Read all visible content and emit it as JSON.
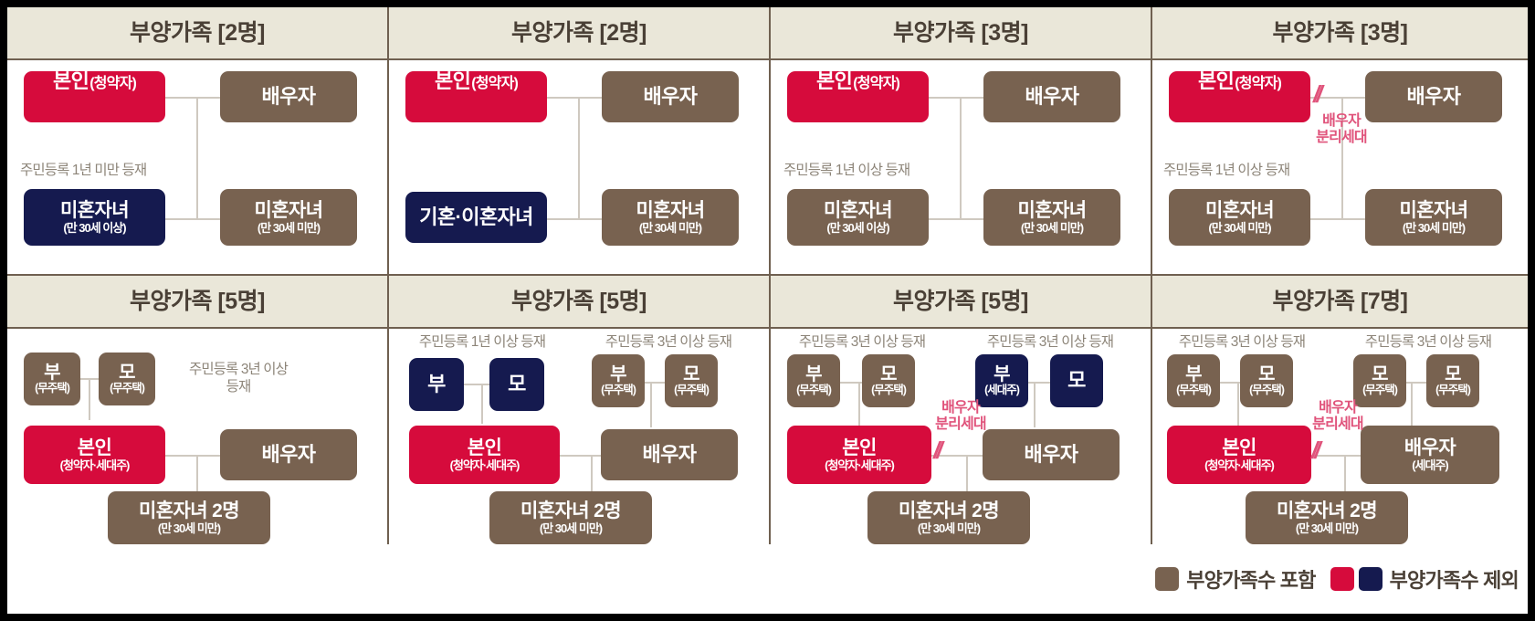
{
  "colors": {
    "brown": "#786250",
    "crimson": "#d60b3c",
    "navy": "#151a4f",
    "header_bg": "#eae7d9",
    "note_text": "#8d8579",
    "separate_text": "#e0537b"
  },
  "cells": [
    {
      "id": "cell-1",
      "title": "부양가족 [2명]",
      "note": "주민등록 1년 미만 등재",
      "boxes": {
        "self": {
          "main": "본인",
          "sub": "(청약자)"
        },
        "spouse": {
          "main": "배우자",
          "sub": ""
        },
        "child_left": {
          "main": "미혼자녀",
          "sub": "(만 30세 이상)"
        },
        "child_right": {
          "main": "미혼자녀",
          "sub": "(만 30세 미만)"
        }
      }
    },
    {
      "id": "cell-2",
      "title": "부양가족 [2명]",
      "note": "",
      "boxes": {
        "self": {
          "main": "본인",
          "sub": "(청약자)"
        },
        "spouse": {
          "main": "배우자",
          "sub": ""
        },
        "child_left": {
          "main": "기혼·이혼자녀",
          "sub": ""
        },
        "child_right": {
          "main": "미혼자녀",
          "sub": "(만 30세 미만)"
        }
      }
    },
    {
      "id": "cell-3",
      "title": "부양가족 [3명]",
      "note": "주민등록 1년 이상 등재",
      "boxes": {
        "self": {
          "main": "본인",
          "sub": "(청약자)"
        },
        "spouse": {
          "main": "배우자",
          "sub": ""
        },
        "child_left": {
          "main": "미혼자녀",
          "sub": "(만 30세 이상)"
        },
        "child_right": {
          "main": "미혼자녀",
          "sub": "(만 30세 미만)"
        }
      }
    },
    {
      "id": "cell-4",
      "title": "부양가족 [3명]",
      "note": "주민등록 1년 이상 등재",
      "separate_label": "배우자\n분리세대",
      "boxes": {
        "self": {
          "main": "본인",
          "sub": "(청약자)"
        },
        "spouse": {
          "main": "배우자",
          "sub": ""
        },
        "child_left": {
          "main": "미혼자녀",
          "sub": "(만 30세 미만)"
        },
        "child_right": {
          "main": "미혼자녀",
          "sub": "(만 30세 미만)"
        }
      }
    },
    {
      "id": "cell-5",
      "title": "부양가족 [5명]",
      "note": "주민등록 3년 이상\n등재",
      "boxes": {
        "father": {
          "main": "부",
          "sub": "(무주택)"
        },
        "mother": {
          "main": "모",
          "sub": "(무주택)"
        },
        "self": {
          "main": "본인",
          "sub": "(청약자·세대주)"
        },
        "spouse": {
          "main": "배우자",
          "sub": ""
        },
        "children": {
          "main": "미혼자녀 2명",
          "sub": "(만 30세 미만)"
        }
      }
    },
    {
      "id": "cell-6",
      "title": "부양가족 [5명]",
      "note_left": "주민등록 1년 이상 등재",
      "note_right": "주민등록 3년 이상 등재",
      "boxes": {
        "father_left": {
          "main": "부",
          "sub": ""
        },
        "mother_left": {
          "main": "모",
          "sub": ""
        },
        "father_right": {
          "main": "부",
          "sub": "(무주택)"
        },
        "mother_right": {
          "main": "모",
          "sub": "(무주택)"
        },
        "self": {
          "main": "본인",
          "sub": "(청약자·세대주)"
        },
        "spouse": {
          "main": "배우자",
          "sub": ""
        },
        "children": {
          "main": "미혼자녀 2명",
          "sub": "(만 30세 미만)"
        }
      }
    },
    {
      "id": "cell-7",
      "title": "부양가족 [5명]",
      "note_left": "주민등록 3년 이상 등재",
      "note_right": "주민등록 3년 이상 등재",
      "separate_label": "배우자\n분리세대",
      "boxes": {
        "father_left": {
          "main": "부",
          "sub": "(무주택)"
        },
        "mother_left": {
          "main": "모",
          "sub": "(무주택)"
        },
        "father_right": {
          "main": "부",
          "sub": "(세대주)"
        },
        "mother_right": {
          "main": "모",
          "sub": ""
        },
        "self": {
          "main": "본인",
          "sub": "(청약자·세대주)"
        },
        "spouse": {
          "main": "배우자",
          "sub": ""
        },
        "children": {
          "main": "미혼자녀 2명",
          "sub": "(만 30세 미만)"
        }
      }
    },
    {
      "id": "cell-8",
      "title": "부양가족 [7명]",
      "note_left": "주민등록 3년 이상 등재",
      "note_right": "주민등록 3년 이상 등재",
      "separate_label": "배우자\n분리세대",
      "boxes": {
        "father_left": {
          "main": "부",
          "sub": "(무주택)"
        },
        "mother_left": {
          "main": "모",
          "sub": "(무주택)"
        },
        "father_right": {
          "main": "모",
          "sub": "(무주택)"
        },
        "mother_right": {
          "main": "모",
          "sub": "(무주택)"
        },
        "self": {
          "main": "본인",
          "sub": "(청약자·세대주)"
        },
        "spouse": {
          "main": "배우자",
          "sub": "(세대주)"
        },
        "children": {
          "main": "미혼자녀 2명",
          "sub": "(만 30세 미만)"
        }
      }
    }
  ],
  "legend": {
    "included_label": "부양가족수 포함",
    "excluded_label": "부양가족수 제외"
  }
}
